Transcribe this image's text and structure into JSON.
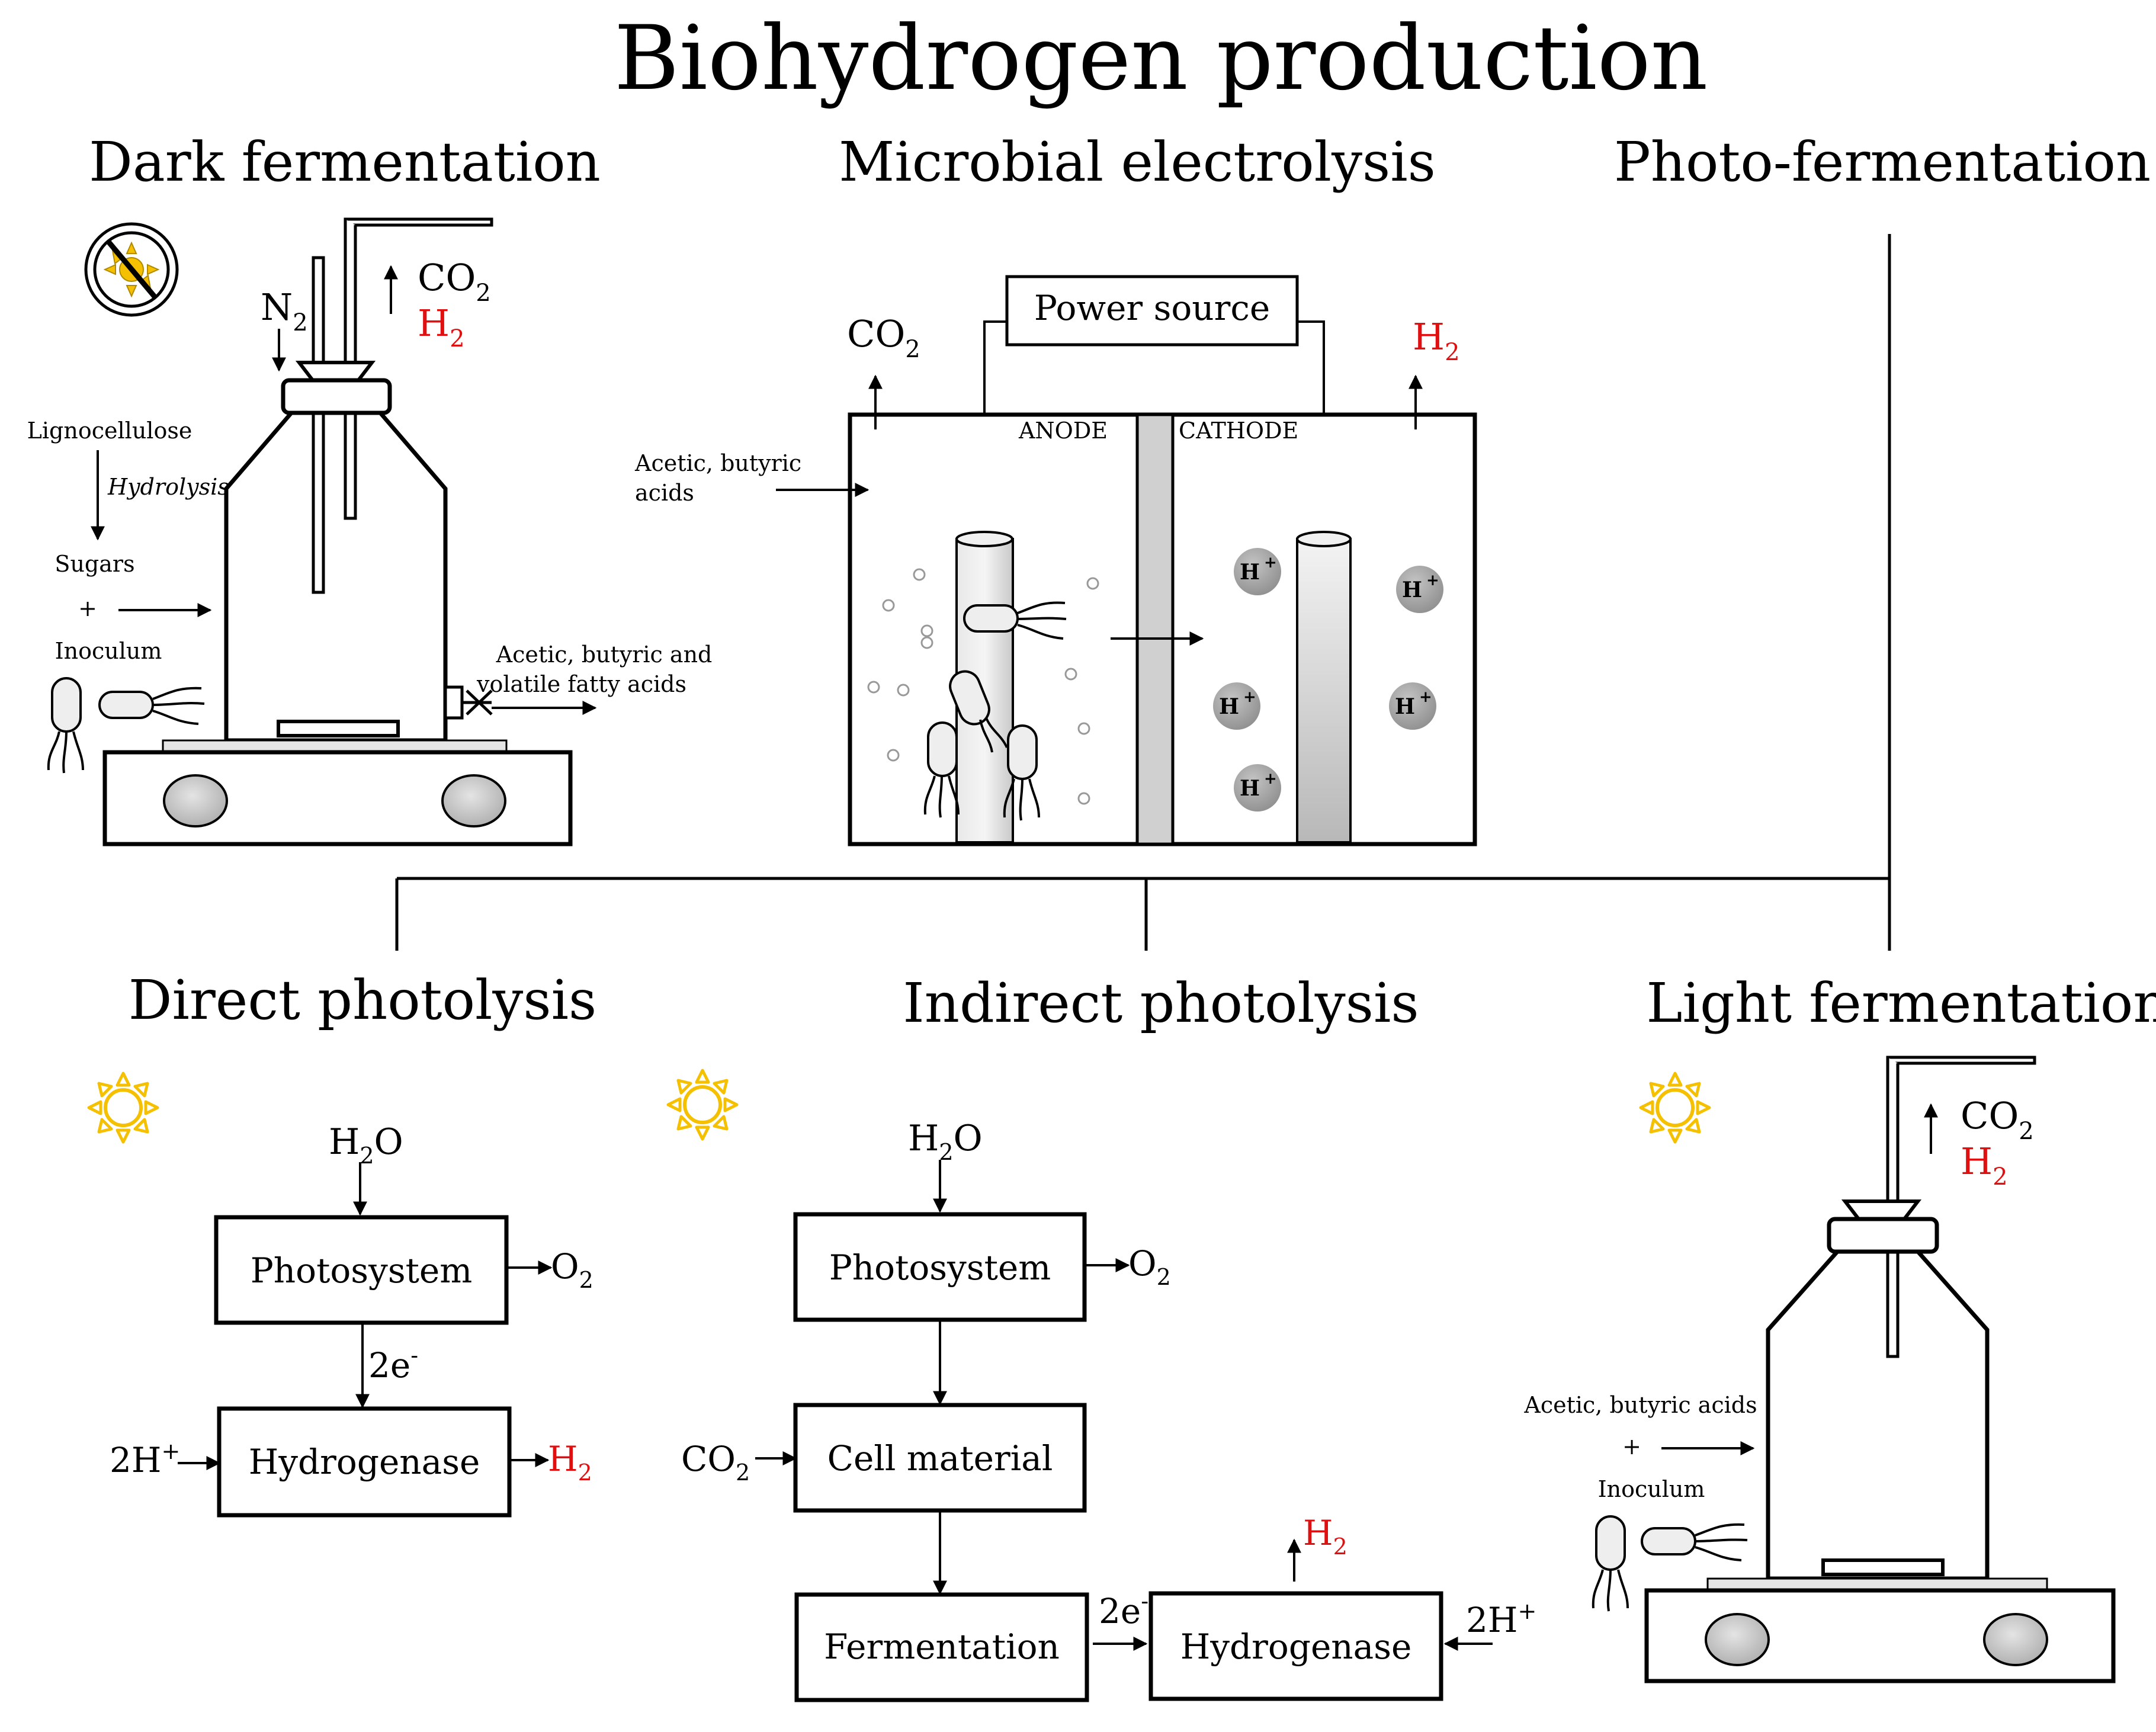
{
  "title": "Biohydrogen production",
  "sections": {
    "dark": "Dark fermentation",
    "mec": "Microbial electrolysis",
    "photo": "Photo-fermentation",
    "direct": "Direct photolysis",
    "indirect": "Indirect photolysis",
    "light": "Light fermentation"
  },
  "dark_fermentation": {
    "n2": "N",
    "n2_sub": "2",
    "co2": "CO",
    "co2_sub": "2",
    "h2": "H",
    "h2_sub": "2",
    "lignocellulose": "Lignocellulose",
    "hydrolysis": "Hydrolysis",
    "sugars": "Sugars",
    "plus": "+",
    "inoculum": "Inoculum",
    "output_line1": "Acetic, butyric and",
    "output_line2": "volatile fatty acids"
  },
  "microbial_electrolysis": {
    "power_source": "Power source",
    "co2": "CO",
    "co2_sub": "2",
    "h2": "H",
    "h2_sub": "2",
    "anode": "ANODE",
    "cathode": "CATHODE",
    "input_line1": "Acetic, butyric",
    "input_line2": "acids",
    "proton": "H",
    "proton_sup": "+"
  },
  "direct_photolysis": {
    "water": "H",
    "water_sub": "2",
    "water_end": "O",
    "photosystem": "Photosystem",
    "o2": "O",
    "o2_sub": "2",
    "electrons": "2e",
    "electrons_sup": "-",
    "protons": "2H",
    "protons_sup": "+",
    "hydrogenase": "Hydrogenase",
    "h2": "H",
    "h2_sub": "2"
  },
  "indirect_photolysis": {
    "water": "H",
    "water_sub": "2",
    "water_end": "O",
    "photosystem": "Photosystem",
    "o2": "O",
    "o2_sub": "2",
    "co2": "CO",
    "co2_sub": "2",
    "cell_material": "Cell material",
    "fermentation": "Fermentation",
    "electrons": "2e",
    "electrons_sup": "-",
    "hydrogenase": "Hydrogenase",
    "h2": "H",
    "h2_sub": "2",
    "protons": "2H",
    "protons_sup": "+"
  },
  "light_fermentation": {
    "co2": "CO",
    "co2_sub": "2",
    "h2": "H",
    "h2_sub": "2",
    "input": "Acetic, butyric acids",
    "plus": "+",
    "inoculum": "Inoculum"
  },
  "colors": {
    "hydrogen": "#e01010",
    "sun": "#f5c000",
    "electrode": "#cfcfcf",
    "proton": "#a8a8a8"
  }
}
